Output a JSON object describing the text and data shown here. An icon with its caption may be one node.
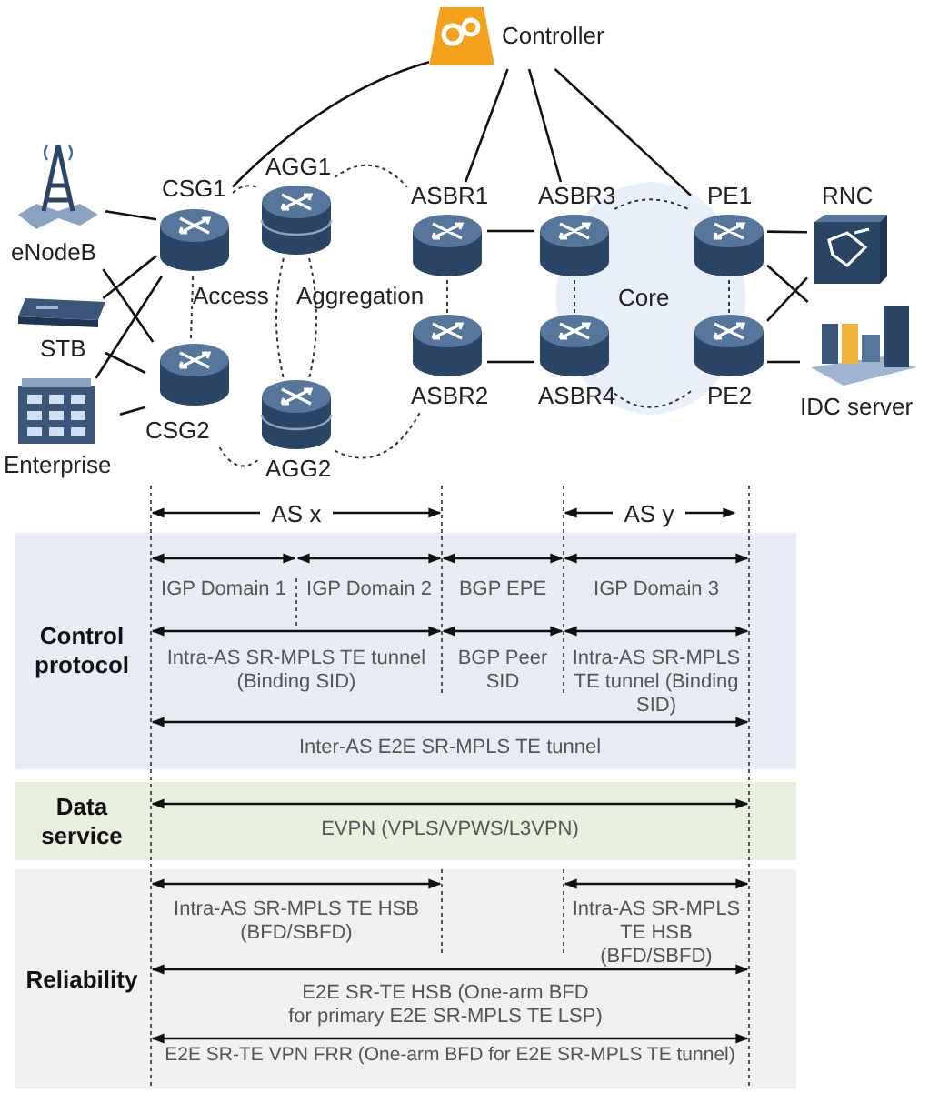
{
  "diagram": {
    "nodes": [
      {
        "text": [
          "Controller"
        ]
      },
      {
        "text": [
          "eNodeB"
        ]
      },
      {
        "text": [
          "STB"
        ]
      },
      {
        "text": [
          "Enterprise"
        ]
      },
      {
        "text": [
          "CSG1"
        ]
      },
      {
        "text": [
          "CSG2"
        ]
      },
      {
        "text": [
          "AGG1"
        ]
      },
      {
        "text": [
          "AGG2"
        ]
      },
      {
        "text": [
          "ASBR1"
        ]
      },
      {
        "text": [
          "ASBR2"
        ]
      },
      {
        "text": [
          "ASBR3"
        ]
      },
      {
        "text": [
          "ASBR4"
        ]
      },
      {
        "text": [
          "PE1"
        ]
      },
      {
        "text": [
          "PE2"
        ]
      },
      {
        "text": [
          "RNC"
        ]
      },
      {
        "text": [
          "IDC server"
        ]
      },
      {
        "text": [
          "Control protocol"
        ]
      },
      {
        "text": [
          "Data service"
        ]
      },
      {
        "text": [
          "Reliability"
        ]
      }
    ],
    "edges": [
      {
        "from": 0,
        "to": 4,
        "arrow": "none"
      },
      {
        "from": 0,
        "to": 8,
        "arrow": "none"
      },
      {
        "from": 0,
        "to": 10,
        "arrow": "none"
      },
      {
        "from": 0,
        "to": 12,
        "arrow": "none"
      },
      {
        "from": 1,
        "to": 4,
        "arrow": "none"
      },
      {
        "from": 1,
        "to": 5,
        "arrow": "none"
      },
      {
        "from": 2,
        "to": 4,
        "arrow": "none"
      },
      {
        "from": 2,
        "to": 5,
        "arrow": "none"
      },
      {
        "from": 3,
        "to": 4,
        "arrow": "none"
      },
      {
        "from": 3,
        "to": 5,
        "arrow": "none"
      },
      {
        "from": 4,
        "to": 6,
        "arrow": "none",
        "style": "dashed"
      },
      {
        "from": 4,
        "to": 5,
        "arrow": "none",
        "style": "dashed"
      },
      {
        "from": 5,
        "to": 7,
        "arrow": "none",
        "style": "dashed"
      },
      {
        "from": 6,
        "to": 7,
        "arrow": "none",
        "style": "dashed"
      },
      {
        "from": 6,
        "to": 7,
        "arrow": "none",
        "style": "dashed"
      },
      {
        "from": 6,
        "to": 8,
        "arrow": "none",
        "style": "dashed"
      },
      {
        "from": 8,
        "to": 9,
        "arrow": "none",
        "style": "dashed"
      },
      {
        "from": 7,
        "to": 9,
        "arrow": "none",
        "style": "dashed"
      },
      {
        "from": 8,
        "to": 10,
        "arrow": "none"
      },
      {
        "from": 9,
        "to": 11,
        "arrow": "none"
      },
      {
        "from": 10,
        "to": 12,
        "arrow": "none",
        "style": "dashed"
      },
      {
        "from": 10,
        "to": 11,
        "arrow": "none",
        "style": "dashed"
      },
      {
        "from": 12,
        "to": 13,
        "arrow": "none",
        "style": "dashed"
      },
      {
        "from": 11,
        "to": 13,
        "arrow": "none",
        "style": "dashed"
      },
      {
        "from": 12,
        "to": 14,
        "arrow": "none"
      },
      {
        "from": 12,
        "to": 15,
        "arrow": "none"
      },
      {
        "from": 13,
        "to": 14,
        "arrow": "none"
      },
      {
        "from": 13,
        "to": 15,
        "arrow": "none"
      }
    ],
    "labels": [
      "Access",
      "Aggregation",
      "Core",
      "AS x",
      "AS y",
      "IGP Domain 1",
      "IGP Domain 2",
      "BGP EPE",
      "IGP Domain 3",
      "Intra-AS SR-MPLS TE tunnel (Binding SID)",
      "BGP Peer SID",
      "Intra-AS SR-MPLS TE tunnel (Binding SID)",
      "Inter-AS E2E SR-MPLS TE tunnel",
      "EVPN (VPLS/VPWS/L3VPN)",
      "Intra-AS SR-MPLS TE HSB (BFD/SBFD)",
      "Intra-AS SR-MPLS TE HSB (BFD/SBFD)",
      "E2E SR-TE HSB (One-arm BFD for primary E2E SR-MPLS TE LSP)",
      "E2E SR-TE VPN FRR (One-arm BFD for E2E SR-MPLS TE tunnel)"
    ]
  }
}
